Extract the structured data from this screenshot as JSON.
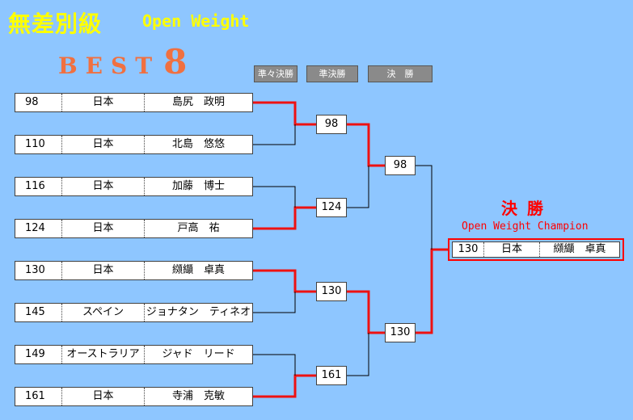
{
  "header": {
    "title_jp": "無差別級",
    "title_en": "Open Weight",
    "best_word": "BEST",
    "best_num": "8"
  },
  "round_labels": [
    "準々決勝",
    "準決勝",
    "決　勝"
  ],
  "entries": [
    {
      "num": "98",
      "country": "日本",
      "name": "島尻　政明"
    },
    {
      "num": "110",
      "country": "日本",
      "name": "北島　悠悠"
    },
    {
      "num": "116",
      "country": "日本",
      "name": "加藤　博士"
    },
    {
      "num": "124",
      "country": "日本",
      "name": "戸高　祐"
    },
    {
      "num": "130",
      "country": "日本",
      "name": "纐纈　卓真"
    },
    {
      "num": "145",
      "country": "スペイン",
      "name": "ジョナタン　ティネオ"
    },
    {
      "num": "149",
      "country": "オーストラリア",
      "name": "ジャド　リード"
    },
    {
      "num": "161",
      "country": "日本",
      "name": "寺浦　克敏"
    }
  ],
  "quarter_winners": [
    "98",
    "124",
    "130",
    "161"
  ],
  "semi_winners": [
    "98",
    "130"
  ],
  "champion": {
    "title": "決勝",
    "subtitle": "Open Weight Champion",
    "num": "130",
    "country": "日本",
    "name": "纐纈　卓真"
  },
  "colors": {
    "background": "#8ec6ff",
    "title": "#ffff00",
    "best": "#f07040",
    "winner_line": "#ff0000",
    "line": "#000000"
  }
}
